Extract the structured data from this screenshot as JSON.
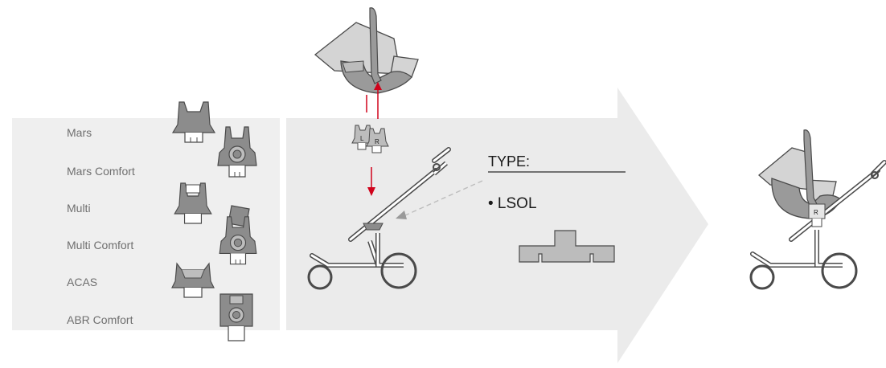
{
  "left_panel": {
    "models": [
      "Mars",
      "Mars Comfort",
      "Multi",
      "Multi Comfort",
      "ACAS",
      "ABR Comfort"
    ]
  },
  "adapters": {
    "left_letter": "L",
    "right_letter": "R"
  },
  "type_box": {
    "label": "TYPE:",
    "value": "• LSOL"
  },
  "result": {
    "adapter_letter": "R"
  },
  "colors": {
    "panel": "#efefef",
    "arrow": "#ebebeb",
    "part_fill": "#8c8c8c",
    "part_stroke": "#4a4a4a",
    "seat_light": "#d4d4d4",
    "accent_red": "#d0021b",
    "dashed": "#bdbdbd"
  }
}
